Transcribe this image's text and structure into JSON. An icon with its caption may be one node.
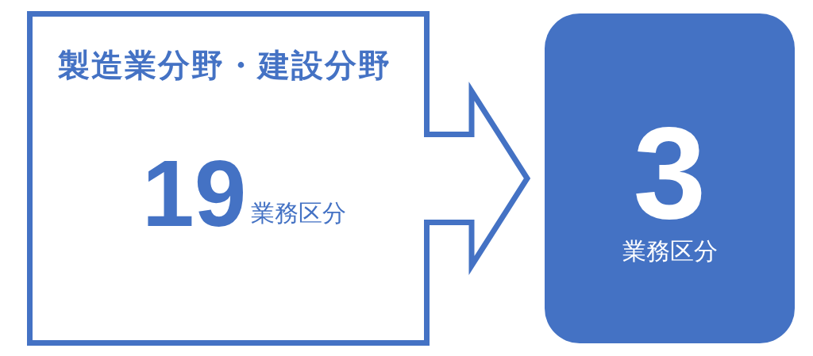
{
  "diagram": {
    "nodes": [
      {
        "text": [
          "製造業分野・建設分野",
          "19",
          "業務区分"
        ]
      },
      {
        "text": [
          "3",
          "業務区分"
        ]
      }
    ],
    "edges": [
      {
        "from": 0,
        "to": 1,
        "arrow": "to"
      }
    ]
  }
}
